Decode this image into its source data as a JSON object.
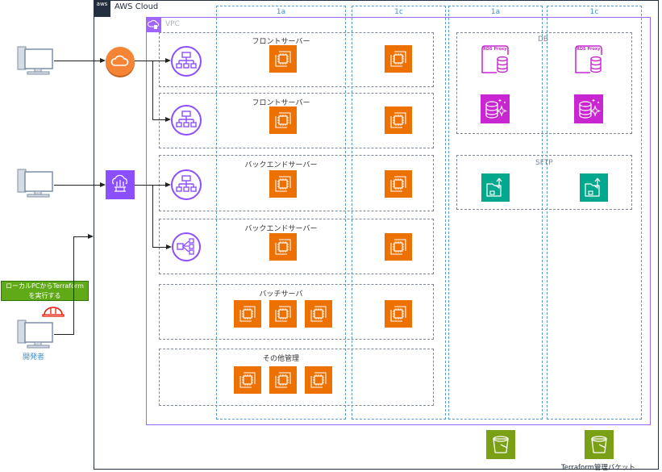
{
  "diagram": {
    "cloud_title": "AWS Cloud",
    "cloud_logo": "aws",
    "vpc_title": "VPC",
    "availability_zones": [
      {
        "label": "1a"
      },
      {
        "label": "1c"
      },
      {
        "label": "1a"
      },
      {
        "label": "1c"
      }
    ],
    "groups": [
      {
        "label": "フロントサーバー",
        "left_az_instances": 1,
        "right_az_instances": 1,
        "entry": "application-load-balancer"
      },
      {
        "label": "フロントサーバー",
        "left_az_instances": 1,
        "right_az_instances": 1,
        "entry": "application-load-balancer"
      },
      {
        "label": "バックエンドサーバー",
        "left_az_instances": 1,
        "right_az_instances": 1,
        "entry": "application-load-balancer"
      },
      {
        "label": "バックエンドサーバー",
        "left_az_instances": 1,
        "right_az_instances": 1,
        "entry": "network-load-balancer"
      },
      {
        "label": "バッチサーバ",
        "left_az_instances": 3,
        "right_az_instances": 1,
        "entry": ""
      },
      {
        "label": "その他管理",
        "left_az_instances": 3,
        "right_az_instances": 0,
        "entry": ""
      }
    ],
    "db_group": {
      "label": "DB",
      "proxy_label": "RDS Proxy",
      "items": [
        "rds-proxy-icon",
        "aurora-icon"
      ]
    },
    "sftp_group": {
      "label": "SFTP",
      "items": [
        "transfer-family-icon"
      ]
    },
    "external": {
      "clients": [
        "client-pc",
        "client-pc"
      ],
      "cloudfront": "cloudfront-icon",
      "api_gateway": "api-gateway-icon",
      "note": "ローカルPCからTerraform\nを実行する",
      "note_line1": "ローカルPCからTerraform",
      "note_line2": "を実行する",
      "developer_label": "開発者"
    },
    "buckets": {
      "label": "Terraform管理バケット",
      "count": 2
    },
    "colors": {
      "ec2": "#ed7100",
      "elb": "#8c4fff",
      "vpc": "#a166ff",
      "db": "#c925d1",
      "sftp": "#01a88d",
      "s3": "#7aa116",
      "cloudfront": "#f58534",
      "note": "#60a917",
      "az": "#5a9bd5"
    }
  }
}
